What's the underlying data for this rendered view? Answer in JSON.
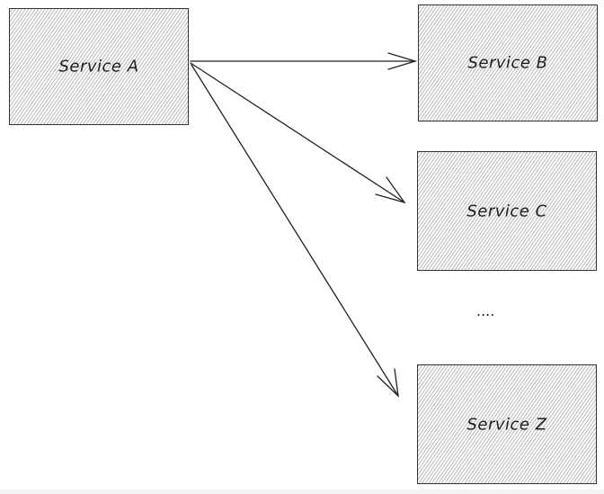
{
  "nodes": {
    "a": {
      "label": "Service A"
    },
    "b": {
      "label": "Service B"
    },
    "c": {
      "label": "Service C"
    },
    "z": {
      "label": "Service Z"
    }
  },
  "ellipsis": "....",
  "edges": [
    {
      "from": "Service A",
      "to": "Service B"
    },
    {
      "from": "Service A",
      "to": "Service C"
    },
    {
      "from": "Service A",
      "to": "Service Z"
    }
  ]
}
